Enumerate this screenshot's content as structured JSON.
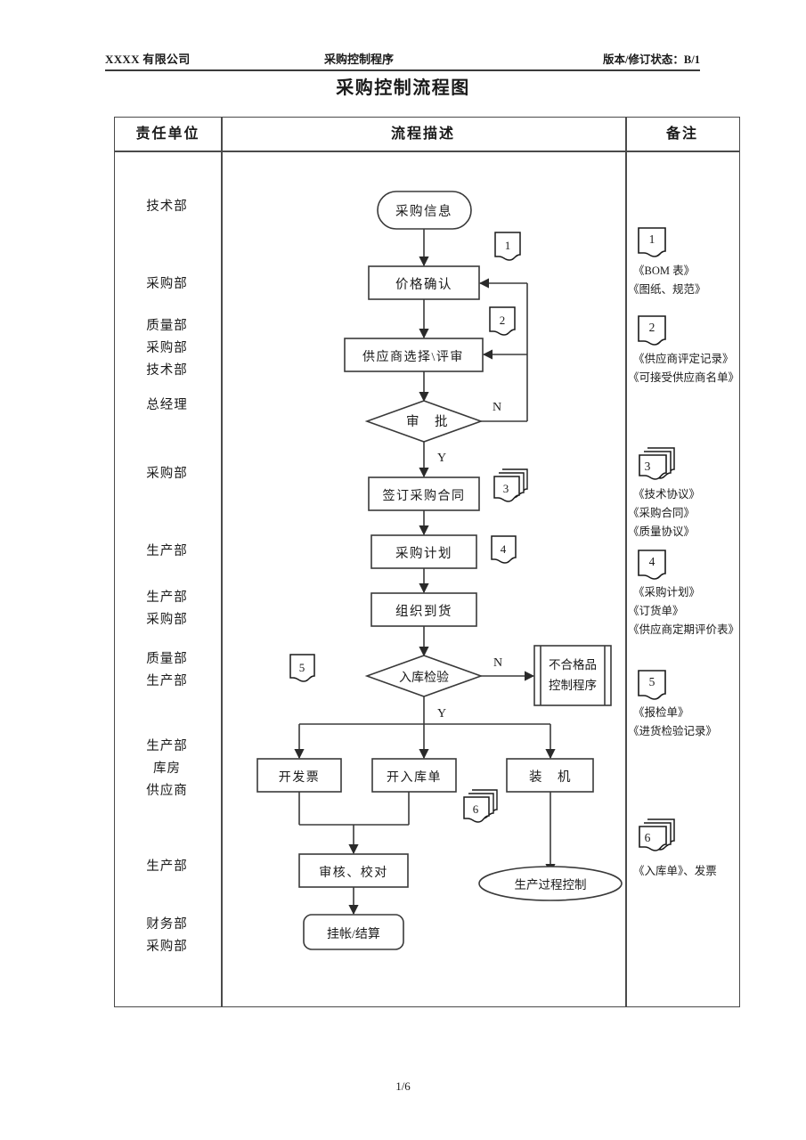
{
  "header": {
    "company": "XXXX 有限公司",
    "doc_name": "采购控制程序",
    "version": "版本/修订状态：B/1"
  },
  "title": "采购控制流程图",
  "table": {
    "columns": [
      "责任单位",
      "流程描述",
      "备注"
    ]
  },
  "responsible_units": [
    "技术部",
    "采购部",
    "质量部\n采购部\n技术部",
    "总经理",
    "采购部",
    "生产部",
    "生产部\n采购部",
    "质量部\n生产部",
    "生产部\n库房\n供应商",
    "生产部",
    "财务部\n采购部"
  ],
  "flow": {
    "start": "采购信息",
    "price_confirm": "价格确认",
    "supplier_select": "供应商选择\\评审",
    "approve": "审　批",
    "approve_yes": "Y",
    "approve_no": "N",
    "sign_contract": "签订采购合同",
    "purchase_plan": "采购计划",
    "organize_arrival": "组织到货",
    "incoming_check": "入库检验",
    "check_yes": "Y",
    "check_no": "N",
    "nonconforming": "不合格品\n控制程序",
    "nonconforming_l1": "不合格品",
    "nonconforming_l2": "控制程序",
    "invoice": "开发票",
    "stock_in_form": "开入库单",
    "assembly": "装　机",
    "review_proof": "审核、校对",
    "account_settle": "挂帐/结算",
    "production_control": "生产过程控制"
  },
  "flow_notes": [
    {
      "id": "1",
      "kind": "single"
    },
    {
      "id": "2",
      "kind": "single"
    },
    {
      "id": "3",
      "kind": "stack"
    },
    {
      "id": "4",
      "kind": "single"
    },
    {
      "id": "5",
      "kind": "single"
    },
    {
      "id": "6",
      "kind": "stack"
    }
  ],
  "remarks": [
    {
      "id": "1",
      "kind": "single",
      "lines": "《BOM 表》\n《图纸、规范》"
    },
    {
      "id": "2",
      "kind": "single",
      "lines": "《供应商评定记录》\n《可接受供应商名单》"
    },
    {
      "id": "3",
      "kind": "stack",
      "lines": "《技术协议》\n《采购合同》\n《质量协议》"
    },
    {
      "id": "4",
      "kind": "single",
      "lines": "《采购计划》\n《订货单》\n《供应商定期评价表》"
    },
    {
      "id": "5",
      "kind": "single",
      "lines": "《报检单》\n《进货检验记录》"
    },
    {
      "id": "6",
      "kind": "stack",
      "lines": "《入库单》、发票"
    }
  ],
  "footer": {
    "page": "1/6"
  }
}
